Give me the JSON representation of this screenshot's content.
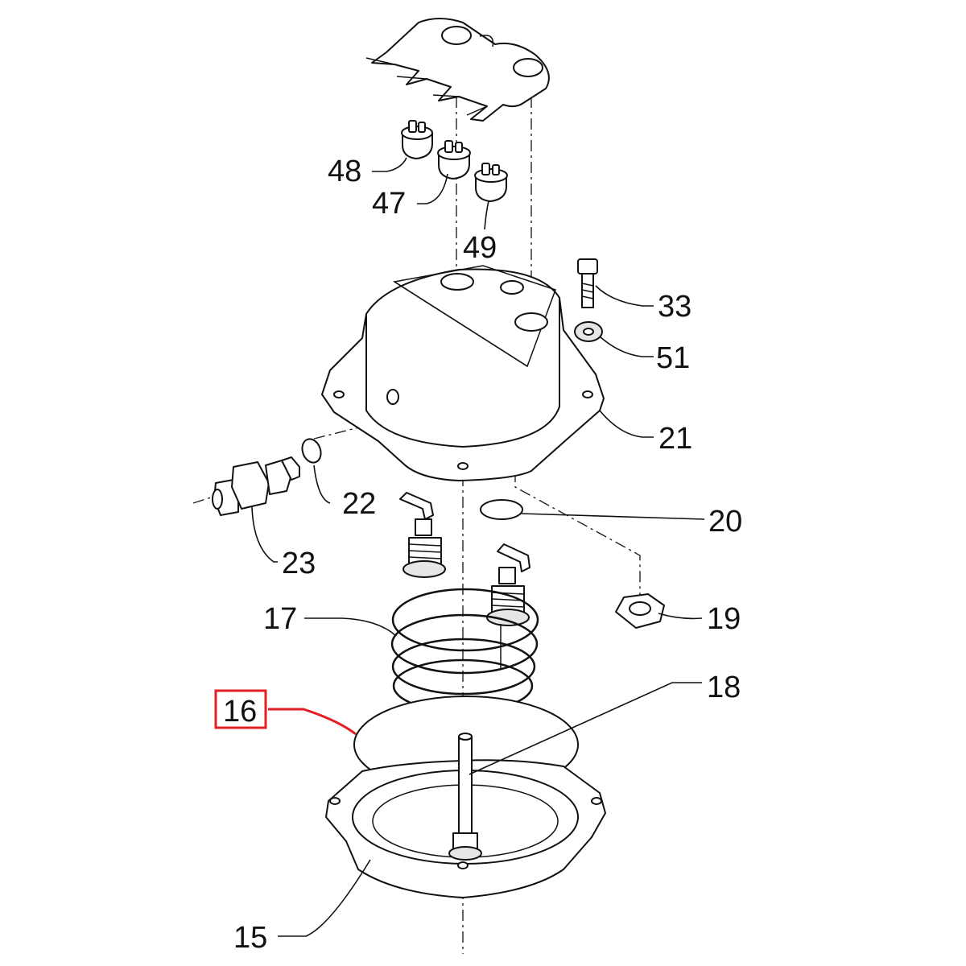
{
  "diagram": {
    "highlight_color": "#e31e24",
    "callouts": [
      {
        "id": "48",
        "label": "48"
      },
      {
        "id": "47",
        "label": "47"
      },
      {
        "id": "49",
        "label": "49"
      },
      {
        "id": "33",
        "label": "33"
      },
      {
        "id": "51",
        "label": "51"
      },
      {
        "id": "21",
        "label": "21"
      },
      {
        "id": "22",
        "label": "22"
      },
      {
        "id": "20",
        "label": "20"
      },
      {
        "id": "23",
        "label": "23"
      },
      {
        "id": "19",
        "label": "19"
      },
      {
        "id": "17",
        "label": "17"
      },
      {
        "id": "18",
        "label": "18"
      },
      {
        "id": "16",
        "label": "16",
        "highlighted": true
      },
      {
        "id": "15",
        "label": "15"
      }
    ]
  }
}
